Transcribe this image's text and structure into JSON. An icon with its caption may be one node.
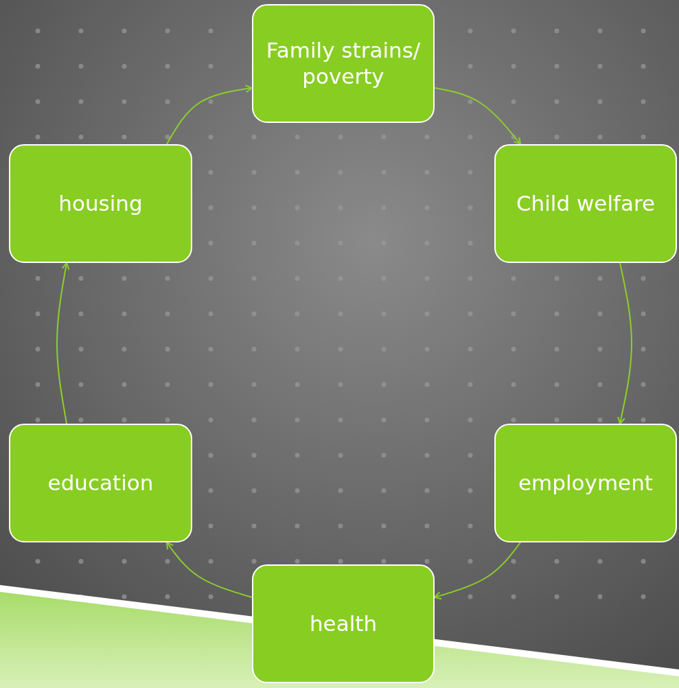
{
  "diagram": {
    "nodes": [
      {
        "text": [
          "Family strains/ poverty"
        ]
      },
      {
        "text": [
          "Child welfare"
        ]
      },
      {
        "text": [
          "employment"
        ]
      },
      {
        "text": [
          "health"
        ]
      },
      {
        "text": [
          "education"
        ]
      },
      {
        "text": [
          "housing"
        ]
      }
    ],
    "edges": [
      {
        "from": 0,
        "to": 1,
        "arrow": "to"
      },
      {
        "from": 1,
        "to": 2,
        "arrow": "to"
      },
      {
        "from": 2,
        "to": 3,
        "arrow": "to"
      },
      {
        "from": 3,
        "to": 4,
        "arrow": "to"
      },
      {
        "from": 4,
        "to": 5,
        "arrow": "to"
      },
      {
        "from": 5,
        "to": 0,
        "arrow": "to"
      }
    ]
  }
}
